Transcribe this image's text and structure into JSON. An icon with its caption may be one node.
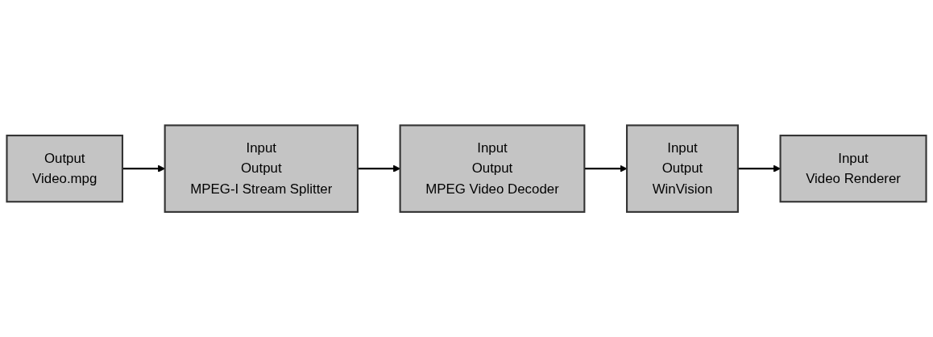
{
  "diagram": {
    "nodes": [
      {
        "text": [
          "Output",
          "Video.mpg"
        ]
      },
      {
        "text": [
          "Input",
          "Output",
          "MPEG-I Stream Splitter"
        ]
      },
      {
        "text": [
          "Input",
          "Output",
          "MPEG Video Decoder"
        ]
      },
      {
        "text": [
          "Input",
          "Output",
          "WinVision"
        ]
      },
      {
        "text": [
          "Input",
          "Video Renderer"
        ]
      }
    ],
    "edges": [
      {
        "from": 0,
        "to": 1,
        "arrow": "to"
      },
      {
        "from": 1,
        "to": 2,
        "arrow": "to"
      },
      {
        "from": 2,
        "to": 3,
        "arrow": "to"
      },
      {
        "from": 3,
        "to": 4,
        "arrow": "to"
      }
    ]
  }
}
